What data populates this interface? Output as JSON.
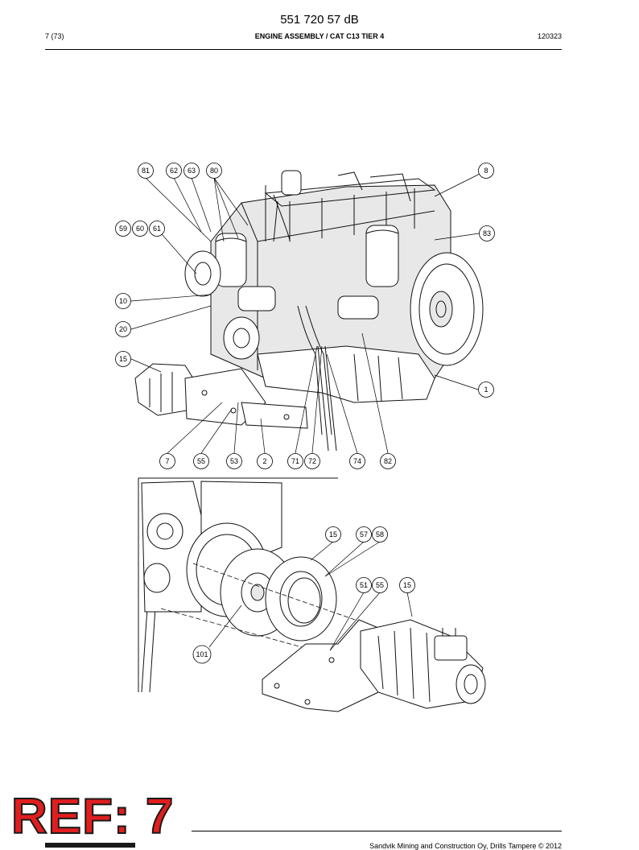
{
  "header": {
    "doc_number": "551 720 57 dB",
    "page": "7 (73)",
    "title": "ENGINE ASSEMBLY / CAT C13 TIER 4",
    "date": "120323"
  },
  "callouts_top": [
    {
      "id": "c81",
      "label": "81"
    },
    {
      "id": "c62",
      "label": "62"
    },
    {
      "id": "c63",
      "label": "63"
    },
    {
      "id": "c80",
      "label": "80"
    },
    {
      "id": "c8",
      "label": "8"
    },
    {
      "id": "c59",
      "label": "59"
    },
    {
      "id": "c60",
      "label": "60"
    },
    {
      "id": "c61",
      "label": "61"
    },
    {
      "id": "c83",
      "label": "83"
    },
    {
      "id": "c10",
      "label": "10"
    },
    {
      "id": "c20",
      "label": "20"
    },
    {
      "id": "c15a",
      "label": "15"
    },
    {
      "id": "c1",
      "label": "1"
    },
    {
      "id": "c7",
      "label": "7"
    },
    {
      "id": "c55a",
      "label": "55"
    },
    {
      "id": "c53",
      "label": "53"
    },
    {
      "id": "c2",
      "label": "2"
    },
    {
      "id": "c71",
      "label": "71"
    },
    {
      "id": "c72",
      "label": "72"
    },
    {
      "id": "c74",
      "label": "74"
    },
    {
      "id": "c82",
      "label": "82"
    }
  ],
  "callouts_bottom": [
    {
      "id": "c15b",
      "label": "15"
    },
    {
      "id": "c57",
      "label": "57"
    },
    {
      "id": "c58",
      "label": "58"
    },
    {
      "id": "c51",
      "label": "51"
    },
    {
      "id": "c55b",
      "label": "55"
    },
    {
      "id": "c15c",
      "label": "15"
    },
    {
      "id": "c101",
      "label": "101"
    }
  ],
  "stamp": {
    "text": "REF: 7",
    "color": "#e01e1e"
  },
  "footer": {
    "text": "Sandvik Mining and Construction Oy, Drills Tampere © 2012"
  }
}
